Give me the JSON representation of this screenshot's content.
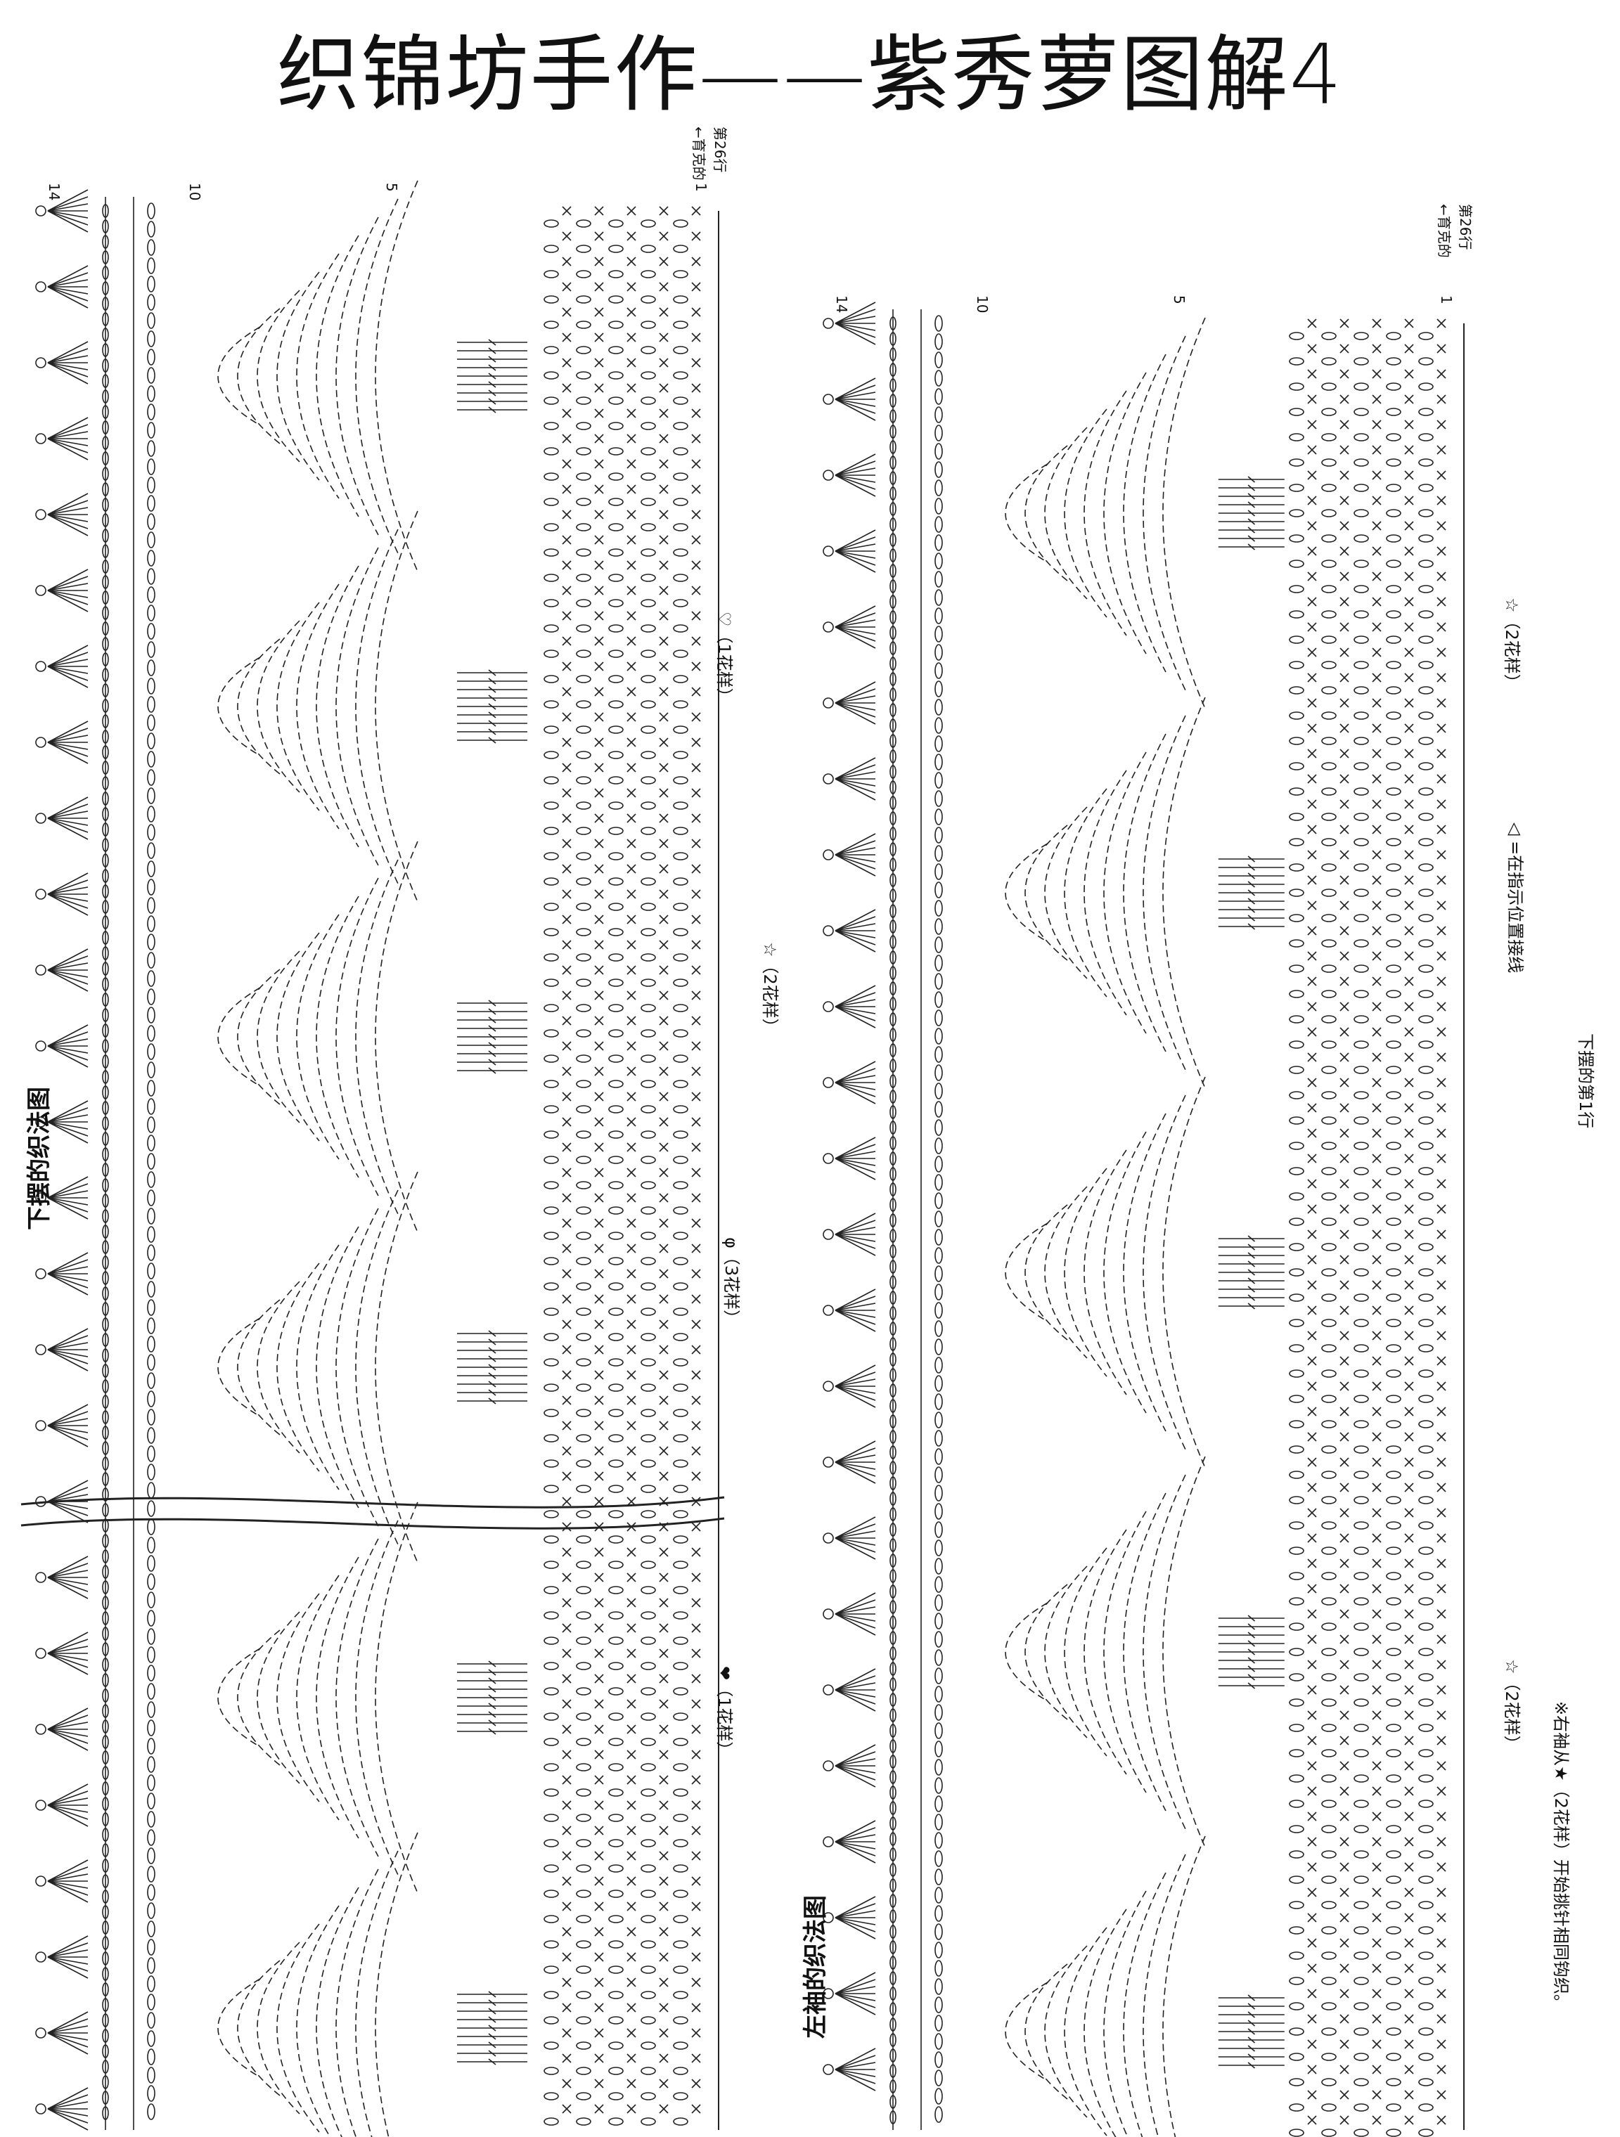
{
  "title": "织锦坊手作——紫秀萝图解4",
  "hem_chart": {
    "heading": "下摆的织法图",
    "repeat_heart_outline": "♡（1花样）",
    "repeat_phi": "φ（3花样）",
    "repeat_star": "☆（2花样）",
    "repeat_heart_filled": "❤（1花样）",
    "start_label_top": "←育克的",
    "start_label_bottom": "第26行",
    "row_labels": [
      "14",
      "10",
      "5",
      "1"
    ]
  },
  "sleeve_chart": {
    "heading": "左袖的织法图",
    "repeat_star_top": "☆（2花样）",
    "repeat_star_bottom": "☆（2花样）",
    "join_note": "◁ =在指示位置接线",
    "hem_row_note": "下摆的第1行",
    "start_label_top": "←育克的",
    "start_label_bottom": "第26行",
    "right_sleeve_note": "※右袖从★（2花样）开始挑针相同钩织。",
    "row_labels": [
      "14",
      "10",
      "5",
      "1"
    ]
  }
}
